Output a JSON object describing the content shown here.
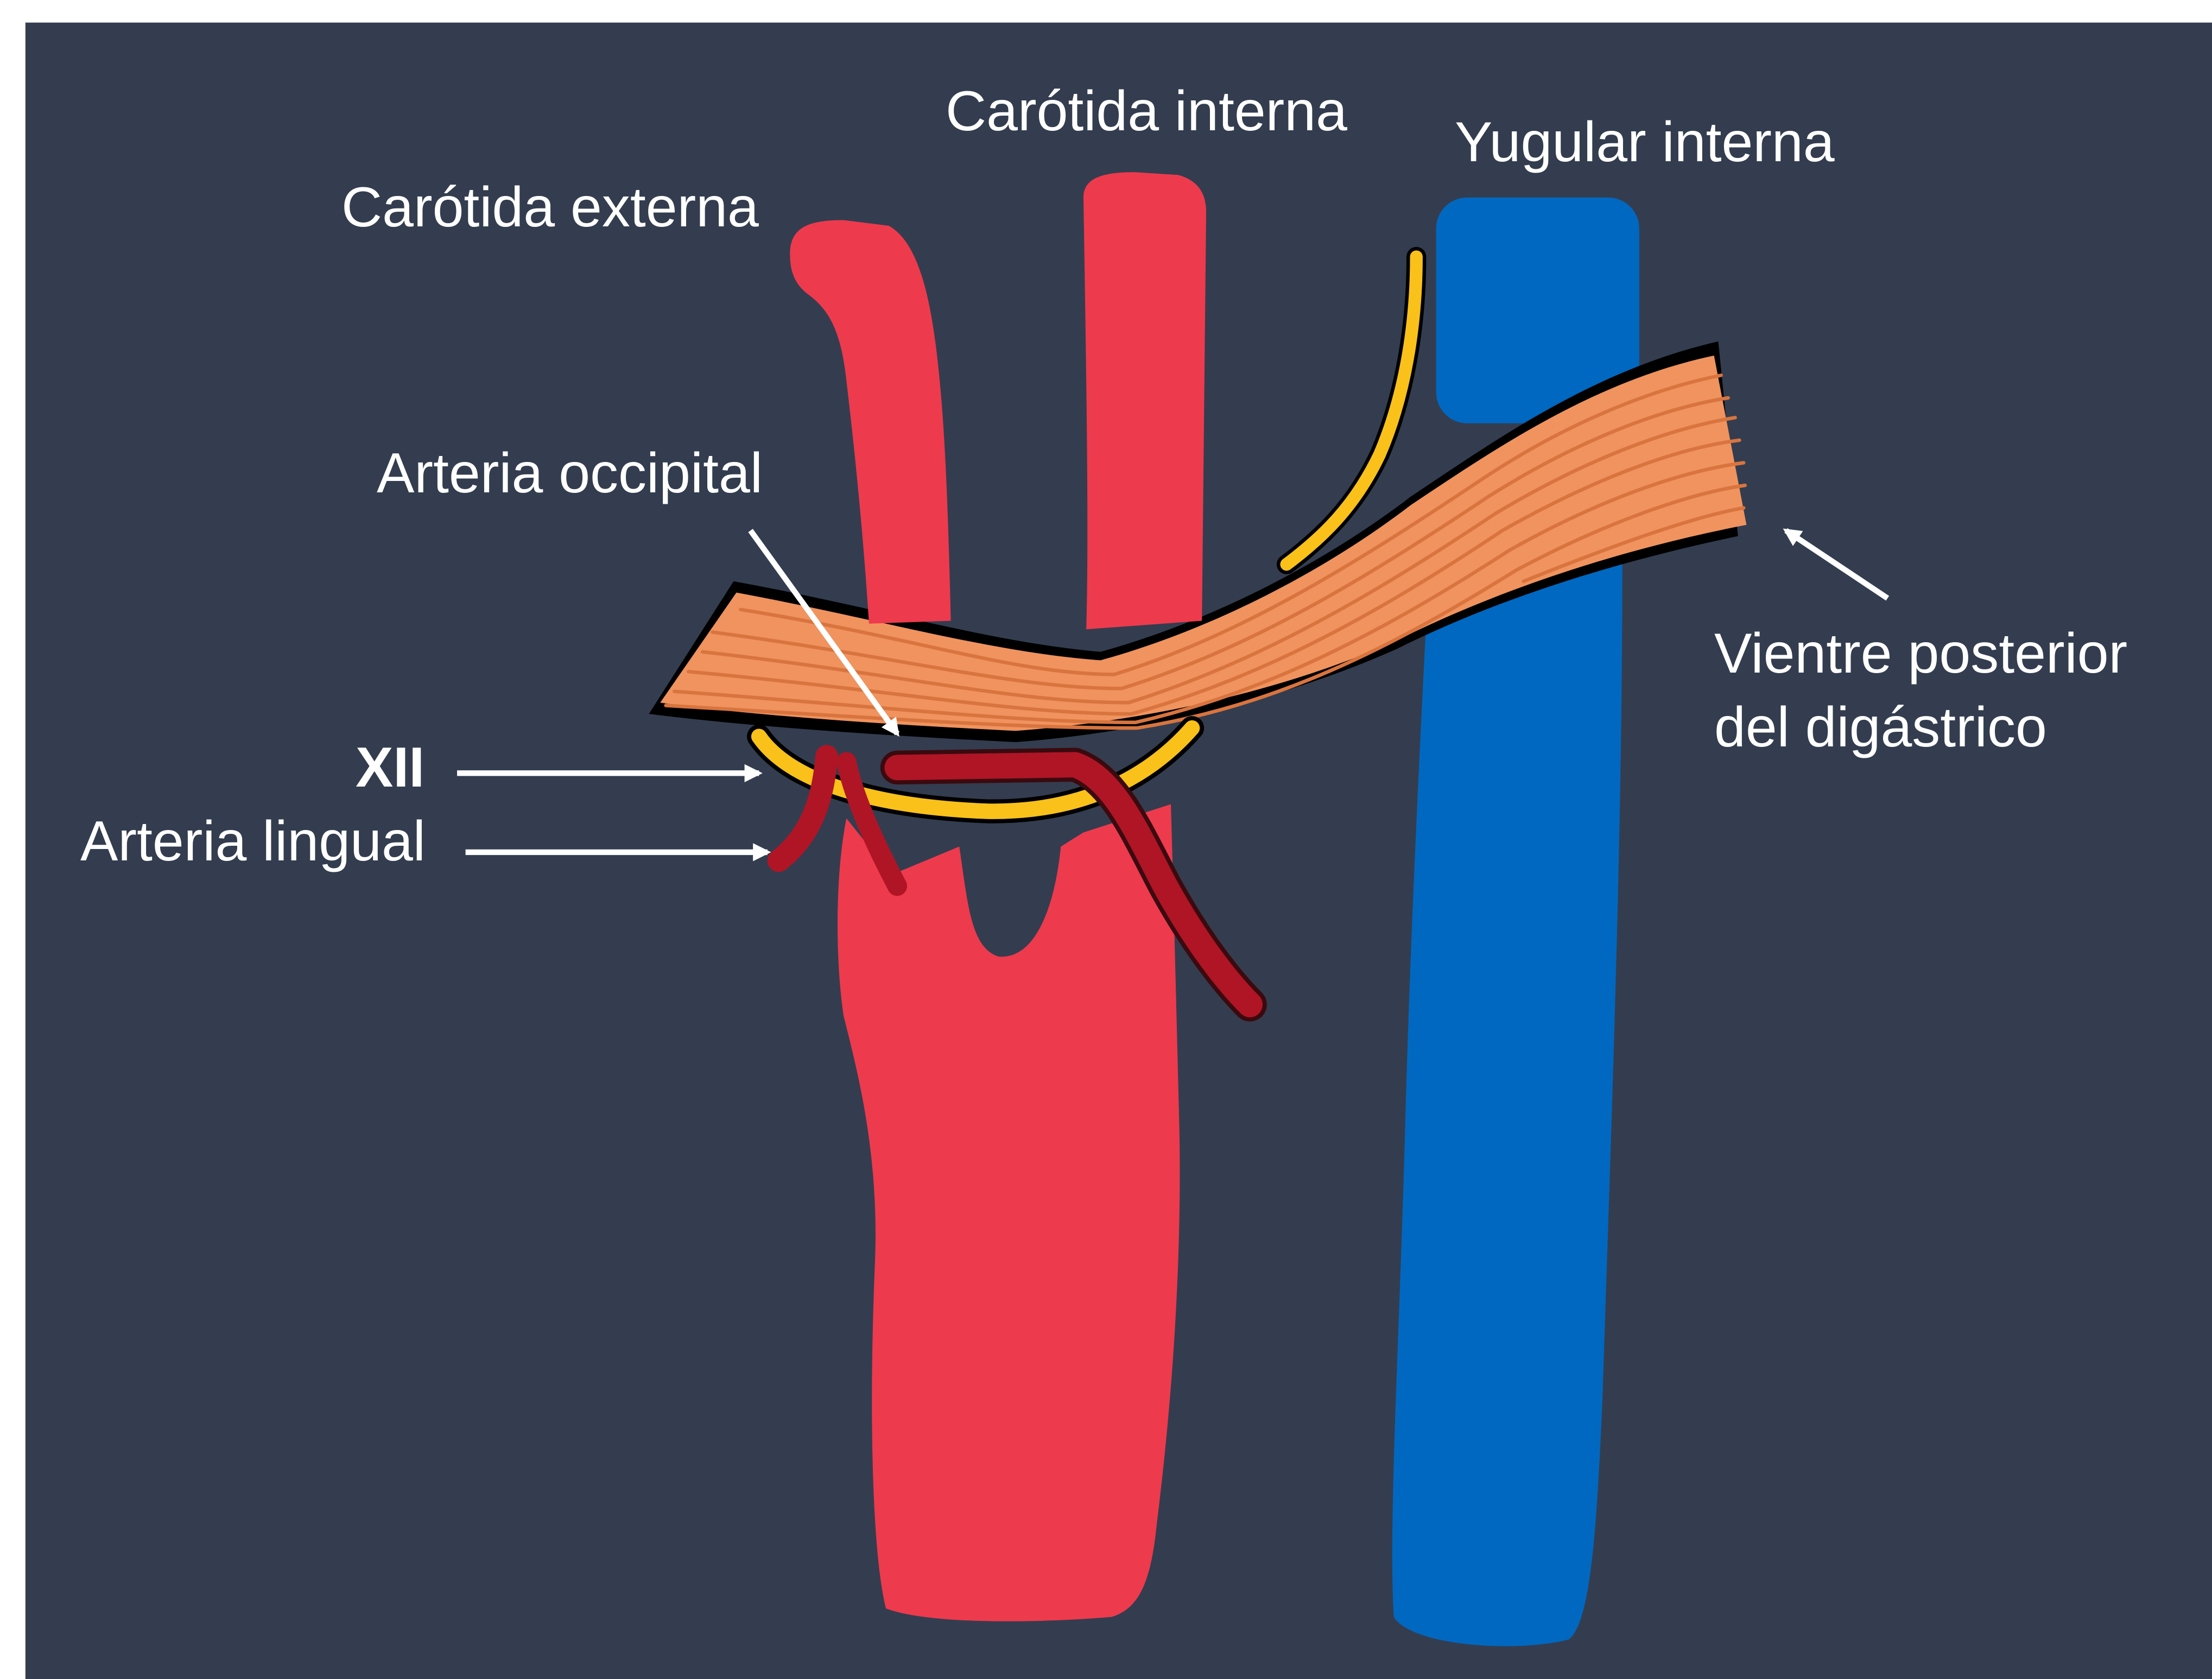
{
  "colors": {
    "background": "#333d4f",
    "frame": "#ffffff",
    "artery": "#ee3a4d",
    "branch_artery": "#b01525",
    "vein": "#0068c0",
    "nerve": "#f9c11a",
    "muscle": "#f0935e",
    "outline": "#000000",
    "text": "#ffffff"
  },
  "labels": {
    "carotid_internal": "Carótida interna",
    "carotid_external": "Carótida externa",
    "jugular_internal": "Yugular interna",
    "occipital_artery": "Arteria occipital",
    "hypoglossal_nerve": "XII",
    "lingual_artery": "Arteria lingual",
    "digastric_line1": "Vientre posterior",
    "digastric_line2": "del digástrico"
  }
}
